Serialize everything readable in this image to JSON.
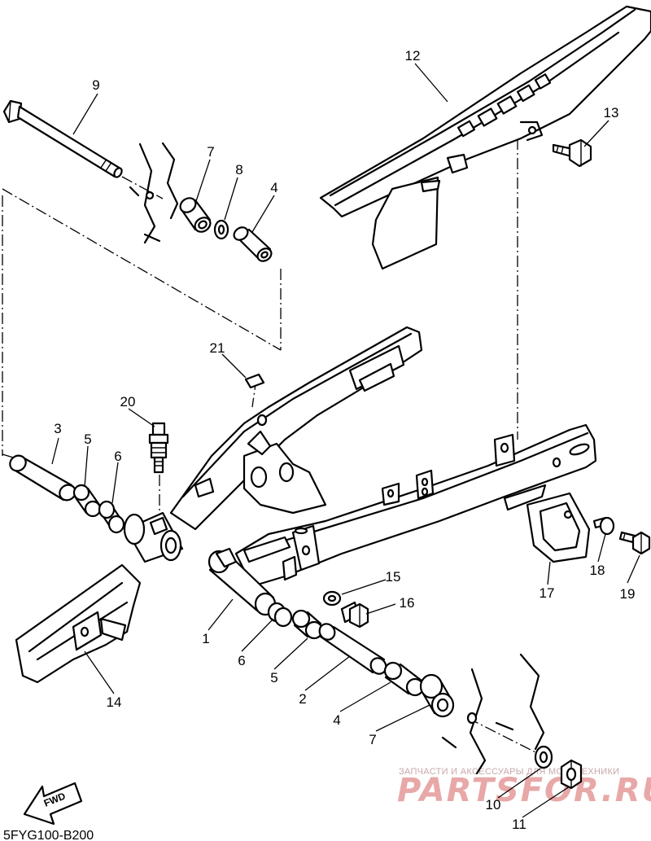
{
  "parts": {
    "p1": "1",
    "p2_left": "2",
    "p3": "3",
    "p4_top": "4",
    "p4_bottom": "4",
    "p5_left": "5",
    "p5_bottom": "5",
    "p6_left": "6",
    "p6_bottom": "6",
    "p7_top": "7",
    "p7_bottom": "7",
    "p8": "8",
    "p9": "9",
    "p10": "10",
    "p11": "11",
    "p12": "12",
    "p13": "13",
    "p14": "14",
    "p15": "15",
    "p16": "16",
    "p17": "17",
    "p18": "18",
    "p19": "19",
    "p20": "20",
    "p21": "21"
  },
  "fwd_label": "FWD",
  "diagram_code": "5FYG100-B200",
  "watermark": {
    "line1": "ЗАПЧАСТИ И АКСЕССУАРЫ ДЛЯ МОТОТЕХНИКИ",
    "brand": "PARTSFOR.RU"
  }
}
